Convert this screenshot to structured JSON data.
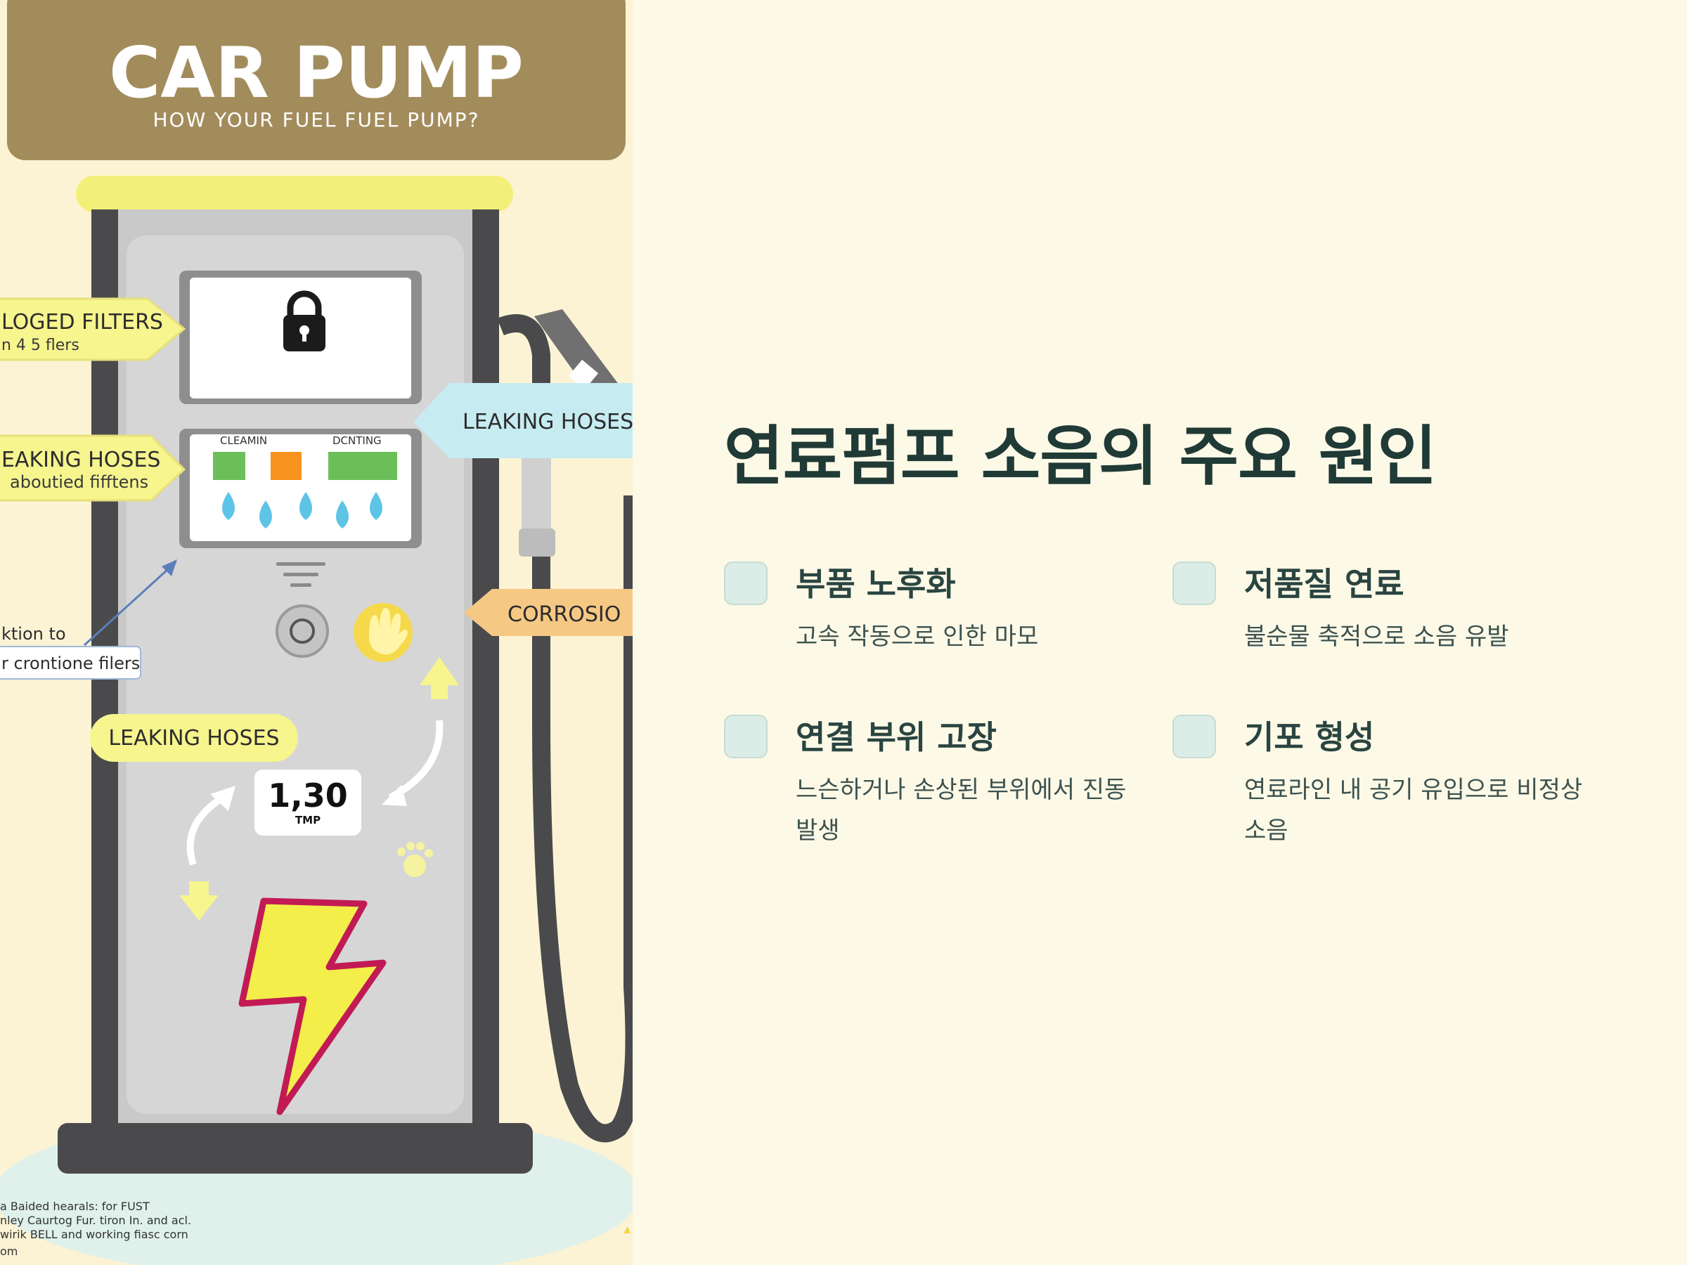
{
  "illustration": {
    "header_title": "CAR PUMP",
    "header_subtitle": "HOW YOUR FUEL FUEL PUMP?",
    "labels": {
      "clogged_filters": "LOGED FILTERS",
      "clogged_filters_sub": "n 4 5 flers",
      "leaking_hoses_left": "EAKING HOSES",
      "leaking_hoses_left_sub": "aboutied fifftens",
      "leaking_hoses_right": "LEAKING HOSES",
      "suction_line1": "ktion to",
      "suction_line2": "r crontione filers",
      "leaking_hoses_bottom": "LEAKING HOSES",
      "corrosion": "CORROSIO",
      "panel_left": "CLEAMIN",
      "panel_right": "DCNTING",
      "readout_value": "1,30",
      "readout_unit": "TMP"
    },
    "footnote_lines": [
      "a Baided hearals: for FUST",
      "nley Caurtog Fur. tiron In. and acl.",
      "wirik BELL and working fiasc corn",
      "om"
    ]
  },
  "slide": {
    "title": "연료펌프 소음의 주요 원인",
    "causes": [
      {
        "title": "부품 노후화",
        "description": "고속 작동으로 인한 마모"
      },
      {
        "title": "저품질 연료",
        "description": "불순물 축적으로 소음 유발"
      },
      {
        "title": "연결 부위 고장",
        "description": "느슨하거나 손상된 부위에서 진동 발생"
      },
      {
        "title": "기포 형성",
        "description": "연료라인 내 공기 유입으로 비정상 소음"
      }
    ]
  },
  "colors": {
    "header_bg": "#a38c5c",
    "label_yellow": "#f6f58e",
    "label_blue": "#c6ecf1",
    "label_orange": "#f5c884",
    "title_text": "#203a36",
    "icon_fill": "#dcece6"
  },
  "icons": [
    "lock-icon",
    "lightning-icon",
    "hand-icon",
    "nozzle-icon"
  ]
}
